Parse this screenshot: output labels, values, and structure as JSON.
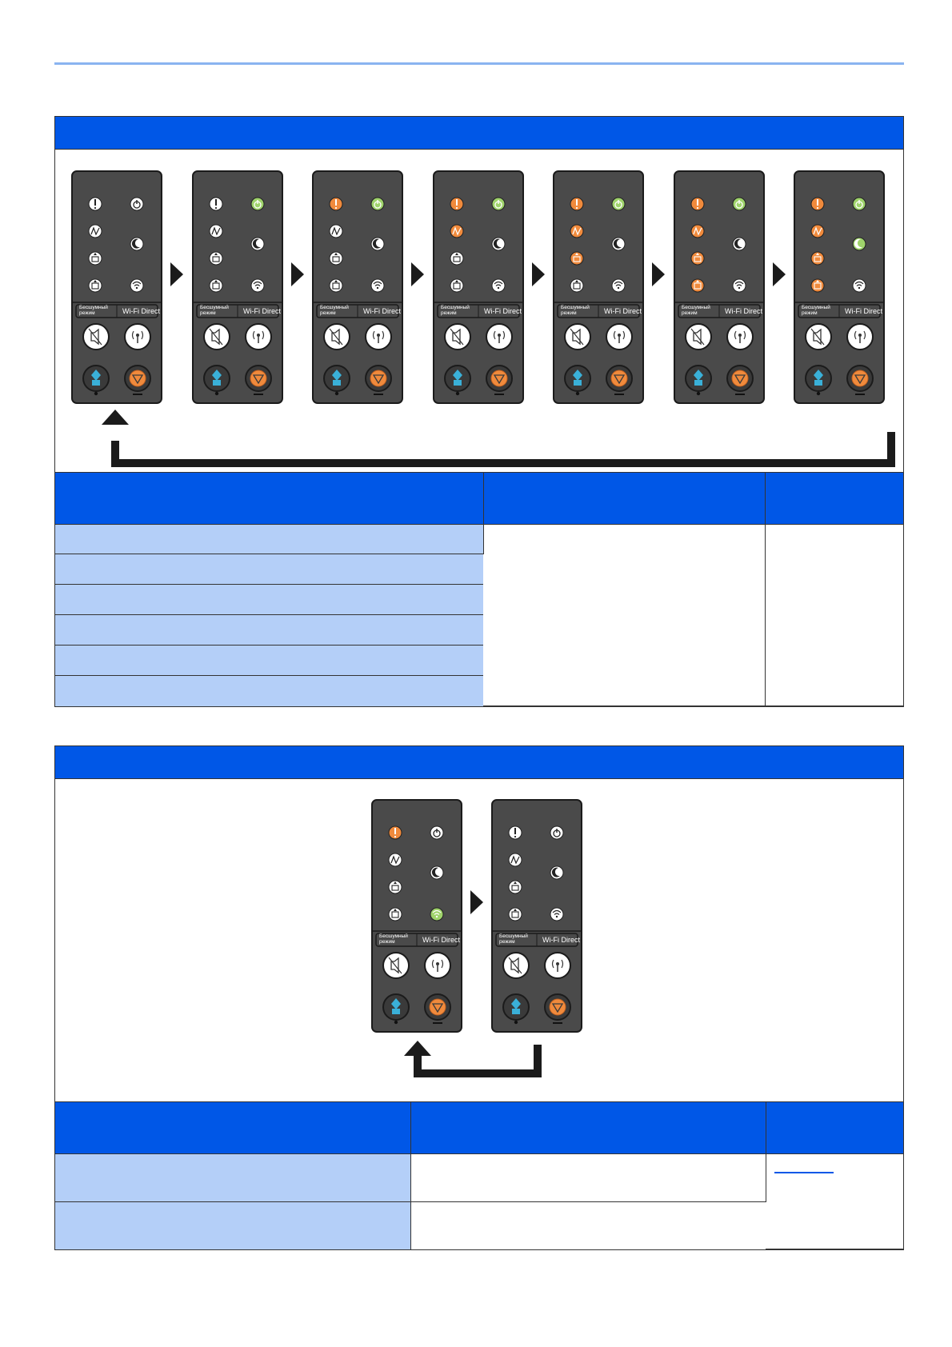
{
  "colors": {
    "accent": "#0057e7",
    "row_fill": "#b4cff8",
    "rule": "#8ab4f0",
    "panel_body": "#4a4a4a",
    "led_orange": "#f08a3c",
    "led_green": "#9fd36b",
    "led_off": "#ffffff"
  },
  "panel_labels": {
    "quiet_mode_line1": "Бесшумный",
    "quiet_mode_line2": "режим",
    "wifi_direct": "Wi-Fi Direct"
  },
  "icons": {
    "led_row1_left": "attention-icon",
    "led_row1_right": "ready-icon",
    "led_row2_left": "paper-jam-icon",
    "led_row2_right": "sleep-icon",
    "led_row3_left": "toner-icon",
    "led_row4_left": "paper-icon",
    "led_row4_right": "wifi-icon",
    "button_quiet": "quiet-mode-icon",
    "button_wifi": "wifi-direct-icon",
    "button_start": "start-icon",
    "button_stop": "stop-icon",
    "sequence_arrow": "play-arrow-icon",
    "loop_arrow": "loop-back-arrow"
  },
  "section1": {
    "sequence": [
      {
        "attention": "off",
        "ready": "off",
        "jam": "off",
        "sleep": "off",
        "toner": "off",
        "wifi": "off",
        "paper": "off"
      },
      {
        "attention": "off",
        "ready": "green",
        "jam": "off",
        "sleep": "off",
        "toner": "off",
        "wifi": "off",
        "paper": "off"
      },
      {
        "attention": "orange",
        "ready": "green",
        "jam": "off",
        "sleep": "off",
        "toner": "off",
        "wifi": "off",
        "paper": "off"
      },
      {
        "attention": "orange",
        "ready": "green",
        "jam": "orange",
        "sleep": "off",
        "toner": "off",
        "wifi": "off",
        "paper": "off"
      },
      {
        "attention": "orange",
        "ready": "green",
        "jam": "orange",
        "sleep": "off",
        "toner": "orange",
        "wifi": "off",
        "paper": "off"
      },
      {
        "attention": "orange",
        "ready": "green",
        "jam": "orange",
        "sleep": "off",
        "toner": "orange",
        "wifi": "off",
        "paper": "orange"
      },
      {
        "attention": "orange",
        "ready": "green",
        "jam": "orange",
        "sleep": "green",
        "toner": "orange",
        "wifi": "off",
        "paper": "orange"
      }
    ],
    "table_headers": [
      "",
      "",
      ""
    ],
    "rows": [
      "",
      "",
      "",
      "",
      "",
      ""
    ],
    "merged_col2": "",
    "merged_col3": ""
  },
  "section2": {
    "sequence": [
      {
        "attention": "orange",
        "ready": "off",
        "jam": "off",
        "sleep": "off",
        "toner": "off",
        "wifi": "green",
        "paper": "off"
      },
      {
        "attention": "off",
        "ready": "off",
        "jam": "off",
        "sleep": "off",
        "toner": "off",
        "wifi": "off",
        "paper": "off"
      }
    ],
    "table_headers": [
      "",
      "",
      ""
    ],
    "rows": [
      {
        "condition": "",
        "action": ""
      },
      {
        "condition": "",
        "action": ""
      }
    ],
    "reference_link": ""
  }
}
